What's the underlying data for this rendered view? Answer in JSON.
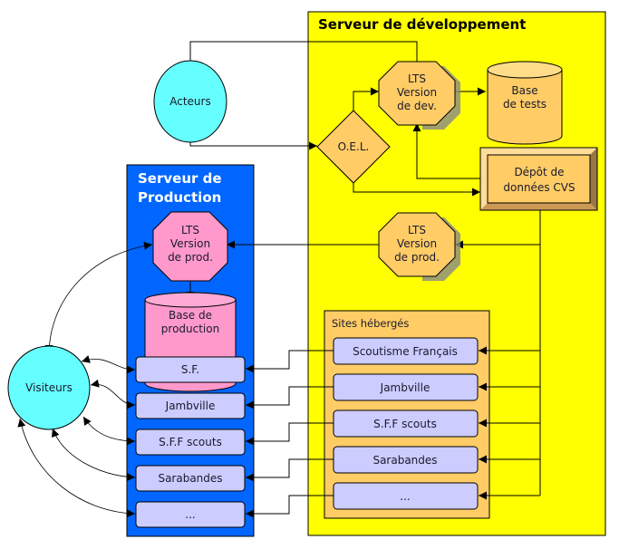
{
  "diagram": {
    "dev_server": {
      "title": "Serveur de développement",
      "lts_dev": [
        "LTS",
        "Version",
        "de dev."
      ],
      "base_tests": [
        "Base",
        "de tests"
      ],
      "oel": "O.E.L.",
      "cvs": [
        "Dépôt de",
        "données CVS"
      ],
      "lts_prod": [
        "LTS",
        "Version",
        "de prod."
      ],
      "hosted": {
        "title": "Sites hébergés",
        "sites": [
          "Scoutisme Français",
          "Jambville",
          "S.F.F scouts",
          "Sarabandes",
          "..."
        ]
      }
    },
    "prod_server": {
      "title": [
        "Serveur de",
        "Production"
      ],
      "lts_prod": [
        "LTS",
        "Version",
        "de prod."
      ],
      "base_prod": [
        "Base de",
        "production"
      ],
      "sites": [
        "S.F.",
        "Jambville",
        "S.F.F scouts",
        "Sarabandes",
        "..."
      ]
    },
    "actors": "Acteurs",
    "visitors": "Visiteurs"
  },
  "colors": {
    "dev_bg": "#ffff00",
    "prod_bg": "#0066ff",
    "orange": "#ffcc66",
    "pink": "#ff99cc",
    "lavender": "#ccccff",
    "cyan": "#66ffff"
  }
}
